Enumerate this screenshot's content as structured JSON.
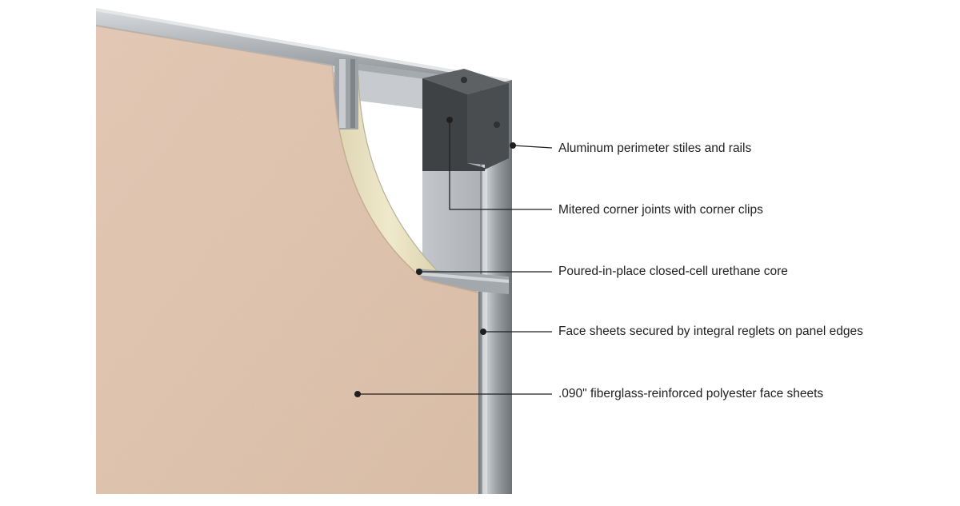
{
  "callouts": [
    {
      "id": "stiles-rails",
      "label": "Aluminum perimeter stiles and rails"
    },
    {
      "id": "mitered-corner",
      "label": "Mitered corner joints with corner clips"
    },
    {
      "id": "urethane-core",
      "label": "Poured-in-place closed-cell urethane core"
    },
    {
      "id": "reglets",
      "label": "Face sheets secured by integral reglets on panel edges"
    },
    {
      "id": "face-sheets",
      "label": ".090\" fiberglass-reinforced polyester face sheets"
    }
  ],
  "colors": {
    "face_sheet": "#e3c8b3",
    "aluminum": "#a9adb1",
    "aluminum_light": "#c8ccd0",
    "aluminum_dark": "#7e8388",
    "core": "#e9e2c2",
    "clip": "#55585b",
    "leader": "#1f1f1f"
  }
}
